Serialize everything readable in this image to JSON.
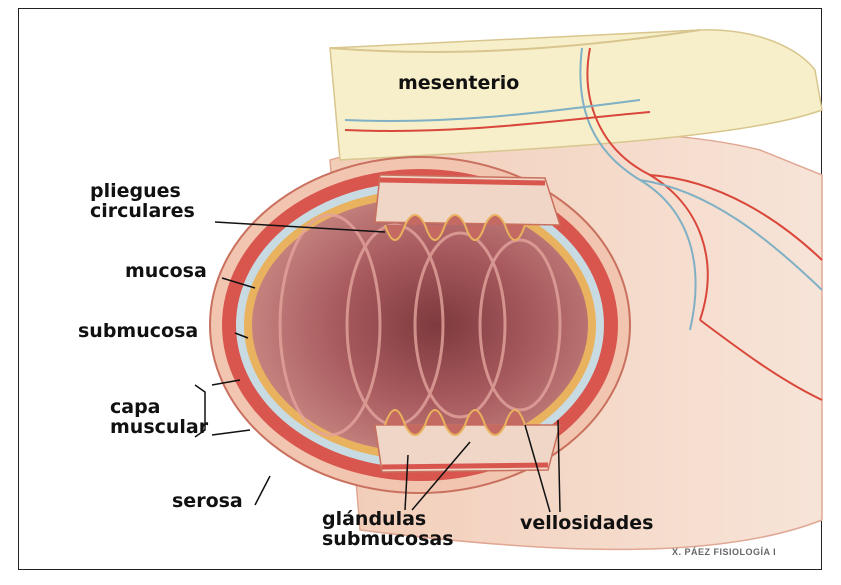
{
  "labels": {
    "mesenterio": "mesenterio",
    "pliegues": "pliegues\ncirculares",
    "mucosa": "mucosa",
    "submucosa": "submucosa",
    "capa_muscular": "capa\nmuscular",
    "serosa": "serosa",
    "glandulas": "glándulas\nsubmucosas",
    "vellosidades": "vellosidades"
  },
  "credit": "X. PÁEZ   FISIOLOGÍA I",
  "colors": {
    "tissue": "#e8b49c",
    "lumen": "#b8676a",
    "muscle": "#d8564e",
    "mesentery": "#f4ecc4",
    "vein": "#7fb0c4",
    "artery": "#d9473a"
  }
}
